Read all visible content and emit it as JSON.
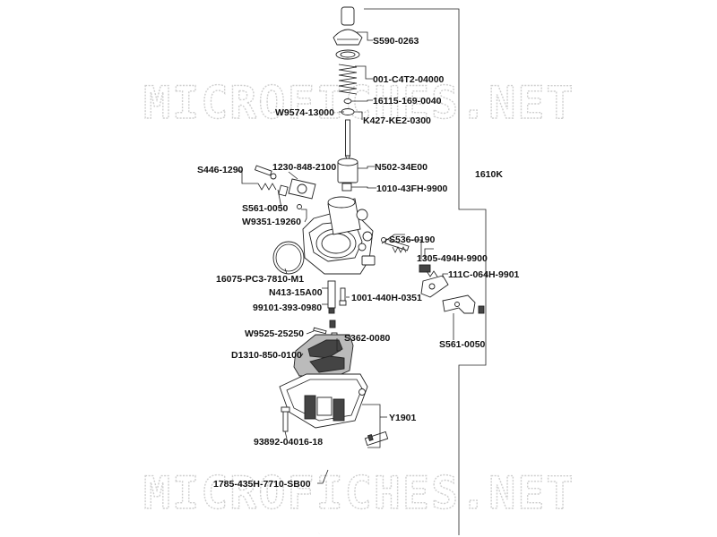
{
  "watermark": "MICROFICHES.NET",
  "assembly_label": "1610K",
  "labels": {
    "s590": "S590-0263",
    "c4t2": "001-C4T2-04000",
    "p16115": "16115-169-0040",
    "w9574": "W9574-13000",
    "k427": "K427-KE2-0300",
    "s446": "S446-1290",
    "p1230": "1230-848-2100",
    "n502": "N502-34E00",
    "p1010": "1010-43FH-9900",
    "s561a": "S561-0050",
    "w9351": "W9351-19260",
    "s536": "S536-0190",
    "p1305": "1305-494H-9900",
    "p111c": "111C-064H-9901",
    "p16075": "16075-PC3-7810-M1",
    "n413": "N413-15A00",
    "p1001": "1001-440H-0351",
    "p99101": "99101-393-0980",
    "s561b": "S561-0050",
    "w9525": "W9525-25250",
    "s362": "S362-0080",
    "d1310": "D1310-850-0100",
    "y1901": "Y1901",
    "p93892": "93892-04016-18",
    "p1785": "1785-435H-7710-SB00"
  }
}
